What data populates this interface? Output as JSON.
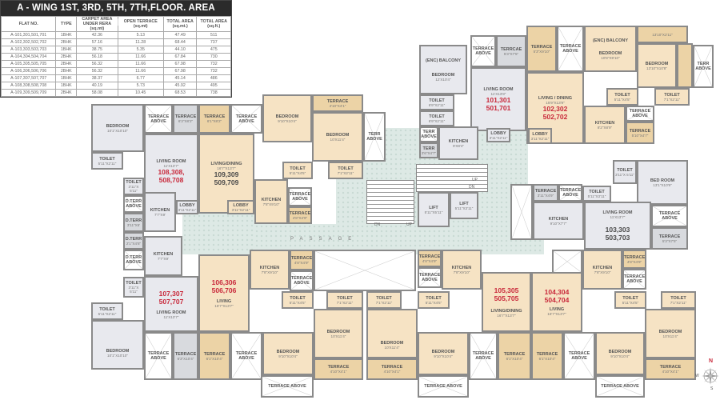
{
  "statement": {
    "title": "A - WING 1ST, 3RD, 5TH, 7TH,FLOOR. AREA STATEMENT",
    "headers": [
      "FLAT NO.",
      "TYPE",
      "CARPET AREA UNDER RERA (sq.mt)",
      "OPEN TERRACE (sq.mt)",
      "TOTAL AREA (sq.mt.)",
      "TOTAL AREA (sq.ft.)"
    ],
    "rows": [
      [
        "A-101,301,501,701",
        "1BHK",
        "42.36",
        "5.13",
        "47.49",
        "511"
      ],
      [
        "A-102,302,502,702",
        "2BHK",
        "57.16",
        "11.28",
        "68.44",
        "737"
      ],
      [
        "A-103,303,503,703",
        "1BHK",
        "38.75",
        "5.35",
        "44.10",
        "475"
      ],
      [
        "A-104,304,504,704",
        "2BHK",
        "56.18",
        "11.66",
        "67.84",
        "730"
      ],
      [
        "A-105,305,505,705",
        "2BHK",
        "56.32",
        "11.66",
        "67.98",
        "732"
      ],
      [
        "A-106,306,506,706",
        "2BHK",
        "56.32",
        "11.66",
        "67.98",
        "732"
      ],
      [
        "A-107,307,507,707",
        "1BHK",
        "38.37",
        "6.77",
        "45.14",
        "486"
      ],
      [
        "A-108,308,508,708",
        "1BHK",
        "40.19",
        "5.73",
        "45.92",
        "495"
      ],
      [
        "A-109,309,509,709",
        "2BHK",
        "58.08",
        "10.45",
        "68.53",
        "738"
      ]
    ]
  },
  "plan": {
    "passage_label": "PASSAGE",
    "flats": {
      "f108": "108,308,\n508,708",
      "f109": [
        "109,309",
        "509,709"
      ],
      "f101": [
        "101,301",
        "501,701"
      ],
      "f102": [
        "102,302",
        "502,702"
      ],
      "f103": [
        "103,303",
        "503,703"
      ],
      "f104": [
        "104,304",
        "504,704"
      ],
      "f105": [
        "105,305",
        "505,705"
      ],
      "f106": [
        "106,306",
        "506,706"
      ],
      "f107": [
        "107,307",
        "507,707"
      ]
    },
    "rooms": {
      "bedroom": "BEDROOM",
      "bed_room": "BED ROOM",
      "toilet": "TOILET",
      "terrace": "TERRACE",
      "terrcae": "TERRCAE",
      "terrace_above": "TERRACE ABOVE",
      "terr_above": "TERR ABOVE",
      "terr": "TERR",
      "d_terr": "D.TERR",
      "d_terr_above": "D.TERR ABOVE",
      "living_room": "LIVING ROOM",
      "living_dining": "LIVING/DINING",
      "living_dining2": "LIVING / DINING",
      "living": "LIVING",
      "kitchen": "KITCHEN",
      "lobby": "LOBBY",
      "lift": "LIFT",
      "enc_balcony": "(ENC) BALCONY"
    },
    "dims": {
      "a": "10'1\"X10'10\"",
      "b": "5'11\"X2'11\"",
      "c": "11'X13'7\"",
      "d": "3'11\"X 5'11\"",
      "e": "7'7\"X9'",
      "f": "3'11\"X5'",
      "g": "2'1\"X4'8\"",
      "h": "3'11\"X2'11\"",
      "i": "6'3\"X8'2\"",
      "j": "6'1\"X8'2\"",
      "k": "16'7\"X13'7\"",
      "l": "7'8\"X9'10\"",
      "m": "9'10\"X10'4\"",
      "n": "4'10\"X4'1\"",
      "o": "10'X11'4\"",
      "p": "5'11\"X4'5\"",
      "q": "7'1\"X2'11\"",
      "r": "4'8\"X4'9\"",
      "s": "12'X10'4\"",
      "t": "5'3\"X7'5\"",
      "u": "6'9\"X2'11\"",
      "v": "11'X13'8\"",
      "w": "9'X8'4\"",
      "x": "3'6\"X4'7\"",
      "y": "5'3\"X9'10\"",
      "z": "10'8\"X9'10\"",
      "aa": "13'10\"X10'8\"",
      "ab": "13'10\"X2'11\"",
      "ac": "15'9\"X13'9\"",
      "ad": "8'2\"X8'9\"",
      "ae": "5'10\"X4'7\"",
      "af": "3'11\"X4'9\"",
      "ag": "5'11\"X3'11\"",
      "ah": "3'11\"X 5'11\"",
      "ai": "13'1\"X10'9\"",
      "aj": "9'10\"X7'7\"",
      "ak": "5'3\"X7'5\"",
      "al": "5'11\"X5'11\"",
      "am": "6'1\"X10'4\"",
      "an": "6'3\"X10'4\"",
      "ao": "5'11\"X3'11\""
    },
    "stairs": {
      "up": "UP",
      "dn": "DN"
    },
    "compass": {
      "n": "N",
      "s": "S",
      "w": "W",
      "e": "E"
    }
  }
}
